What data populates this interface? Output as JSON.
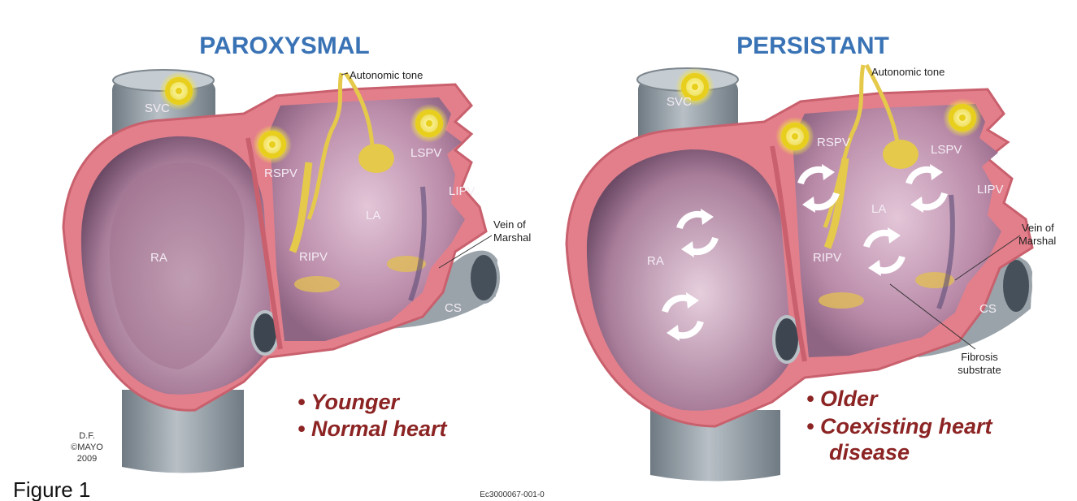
{
  "left_panel": {
    "title": "PAROXYSMAL",
    "labels": {
      "svc": "SVC",
      "autonomic": "Autonomic tone",
      "rspv": "RSPV",
      "lspv": "LSPV",
      "lipv": "LIPV",
      "la": "LA",
      "ra": "RA",
      "ripv": "RIPV",
      "vein_line1": "Vein of",
      "vein_line2": "Marshal",
      "cs": "CS"
    },
    "bullets": [
      "• Younger",
      "• Normal heart"
    ],
    "credit": [
      "D.F.",
      "©MAYO",
      "2009"
    ]
  },
  "right_panel": {
    "title": "PERSISTANT",
    "labels": {
      "svc": "SVC",
      "autonomic": "Autonomic tone",
      "rspv": "RSPV",
      "lspv": "LSPV",
      "lipv": "LIPV",
      "la": "LA",
      "ra": "RA",
      "ripv": "RIPV",
      "vein_line1": "Vein of",
      "vein_line2": "Marshal",
      "cs": "CS",
      "fibrosis_line1": "Fibrosis",
      "fibrosis_line2": "substrate"
    },
    "bullets": [
      "• Older",
      "• Coexisting heart",
      "disease"
    ]
  },
  "figure_label": "Figure 1",
  "figure_code": "Ec3000067-001-0",
  "colors": {
    "title_blue": "#3a73b5",
    "bullet_red": "#8c2424",
    "wall_pink": "#e07a86",
    "chamber": "#c9a0b8",
    "vessel_gray": "#8b959d",
    "trigger_yellow": "#f2e34a"
  },
  "icons": [
    "trigger-ring-icon",
    "reentry-circle-icon"
  ]
}
